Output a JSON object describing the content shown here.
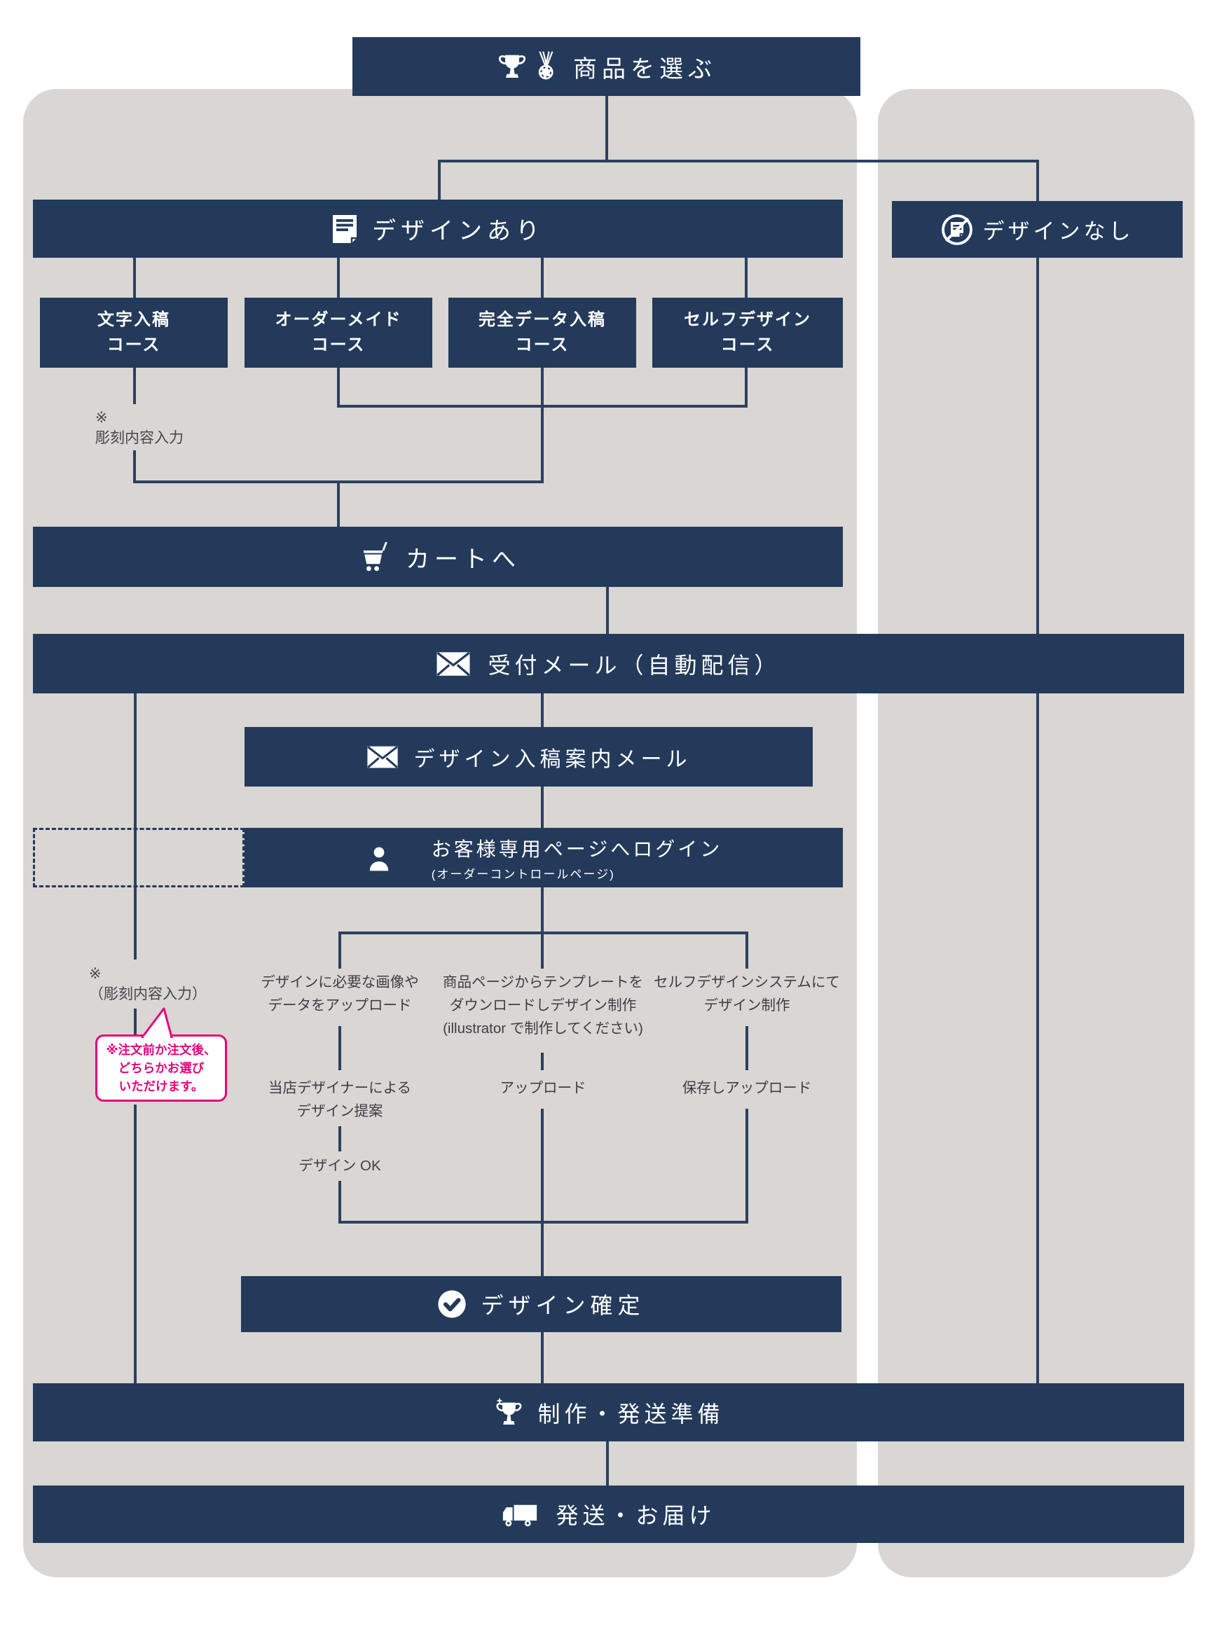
{
  "colors": {
    "navy": "#233a5b",
    "panel_gray": "#d9d6d3",
    "connector": "#2c4161",
    "accent_pink": "#e4047e",
    "step_text": "#3d3d47"
  },
  "banners": {
    "select_product": "商品を選ぶ",
    "design_yes": "デザインあり",
    "design_no": "デザインなし",
    "to_cart": "カートへ",
    "reception_mail": "受付メール（自動配信）",
    "design_submission_mail": "デザイン入稿案内メール",
    "login_title": "お客様専用ページへログイン",
    "login_subtitle": "(オーダーコントロールページ)",
    "design_confirm": "デザイン確定",
    "production": "制作・発送準備",
    "shipping": "発送・お届け"
  },
  "courses": [
    "文字入稿\nコース",
    "オーダーメイド\nコース",
    "完全データ入稿\nコース",
    "セルフデザイン\nコース"
  ],
  "notes": {
    "engrave_top": "※\n彫刻内容入力",
    "engrave_mid": "※\n（彫刻内容入力）",
    "bubble": "※注文前か注文後、\nどちらかお選び\nいただけます。"
  },
  "steps": {
    "col1": [
      "デザインに必要な画像や\nデータをアップロード",
      "当店デザイナーによる\nデザイン提案",
      "デザイン OK"
    ],
    "col2": [
      "商品ページからテンプレートを\nダウンロードしデザイン制作\n(illustrator で制作してください)",
      "アップロード"
    ],
    "col3": [
      "セルフデザインシステムにて\nデザイン制作",
      "保存しアップロード"
    ]
  },
  "icons": {
    "select_product": [
      "trophy-icon",
      "medal-icon"
    ],
    "design_yes": "document-icon",
    "design_no": "document-crossed-icon",
    "to_cart": "cart-icon",
    "reception_mail": "envelope-icon",
    "design_submission_mail": "envelope-icon",
    "login": "person-icon",
    "design_confirm": "check-circle-icon",
    "production": "trophy-sparkle-icon",
    "shipping": "truck-icon"
  }
}
